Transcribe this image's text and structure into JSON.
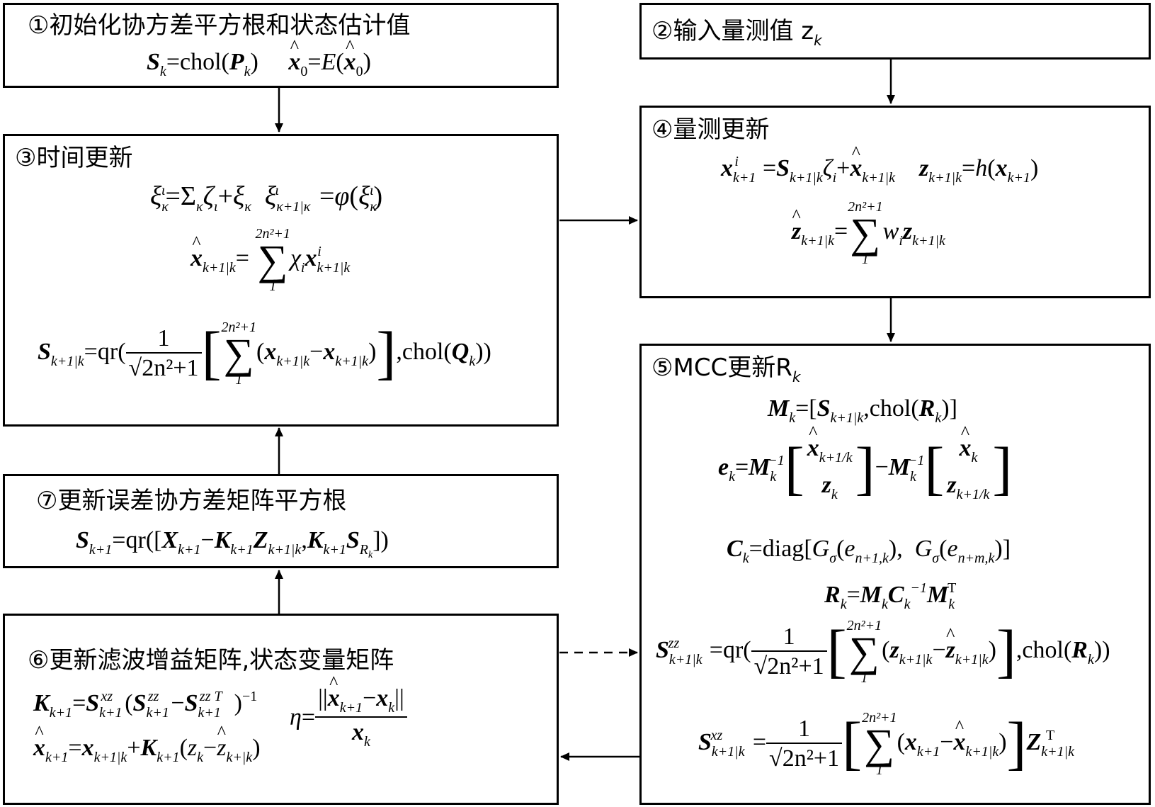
{
  "boxes": {
    "b1": {
      "title": "①初始化协方差平方根和状态估计值"
    },
    "b2": {
      "title": "②输入量测值 z",
      "title_sub": "k"
    },
    "b3": {
      "title": "③时间更新"
    },
    "b4": {
      "title": "④量测更新"
    },
    "b5": {
      "title": "⑤MCC更新R",
      "title_sub": "k"
    },
    "b6": {
      "title": "⑥更新滤波增益矩阵,状态变量矩阵"
    },
    "b7": {
      "title": "⑦更新误差协方差矩阵平方根"
    }
  },
  "text": {
    "chol": "chol",
    "qr": "qr",
    "diag": "diag",
    "eq": "=",
    "one": "1",
    "sum_upper": "2n²+1",
    "sqrt_den": "2n²+1"
  },
  "edges": [
    {
      "from": "b1",
      "to": "b3",
      "style": "solid"
    },
    {
      "from": "b2",
      "to": "b4",
      "style": "solid"
    },
    {
      "from": "b3",
      "to": "b4",
      "style": "solid"
    },
    {
      "from": "b4",
      "to": "b5",
      "style": "solid"
    },
    {
      "from": "b5",
      "to": "b6",
      "style": "solid"
    },
    {
      "from": "b6",
      "to": "b5",
      "style": "dashed"
    },
    {
      "from": "b6",
      "to": "b7",
      "style": "solid"
    },
    {
      "from": "b7",
      "to": "b3",
      "style": "solid"
    }
  ]
}
